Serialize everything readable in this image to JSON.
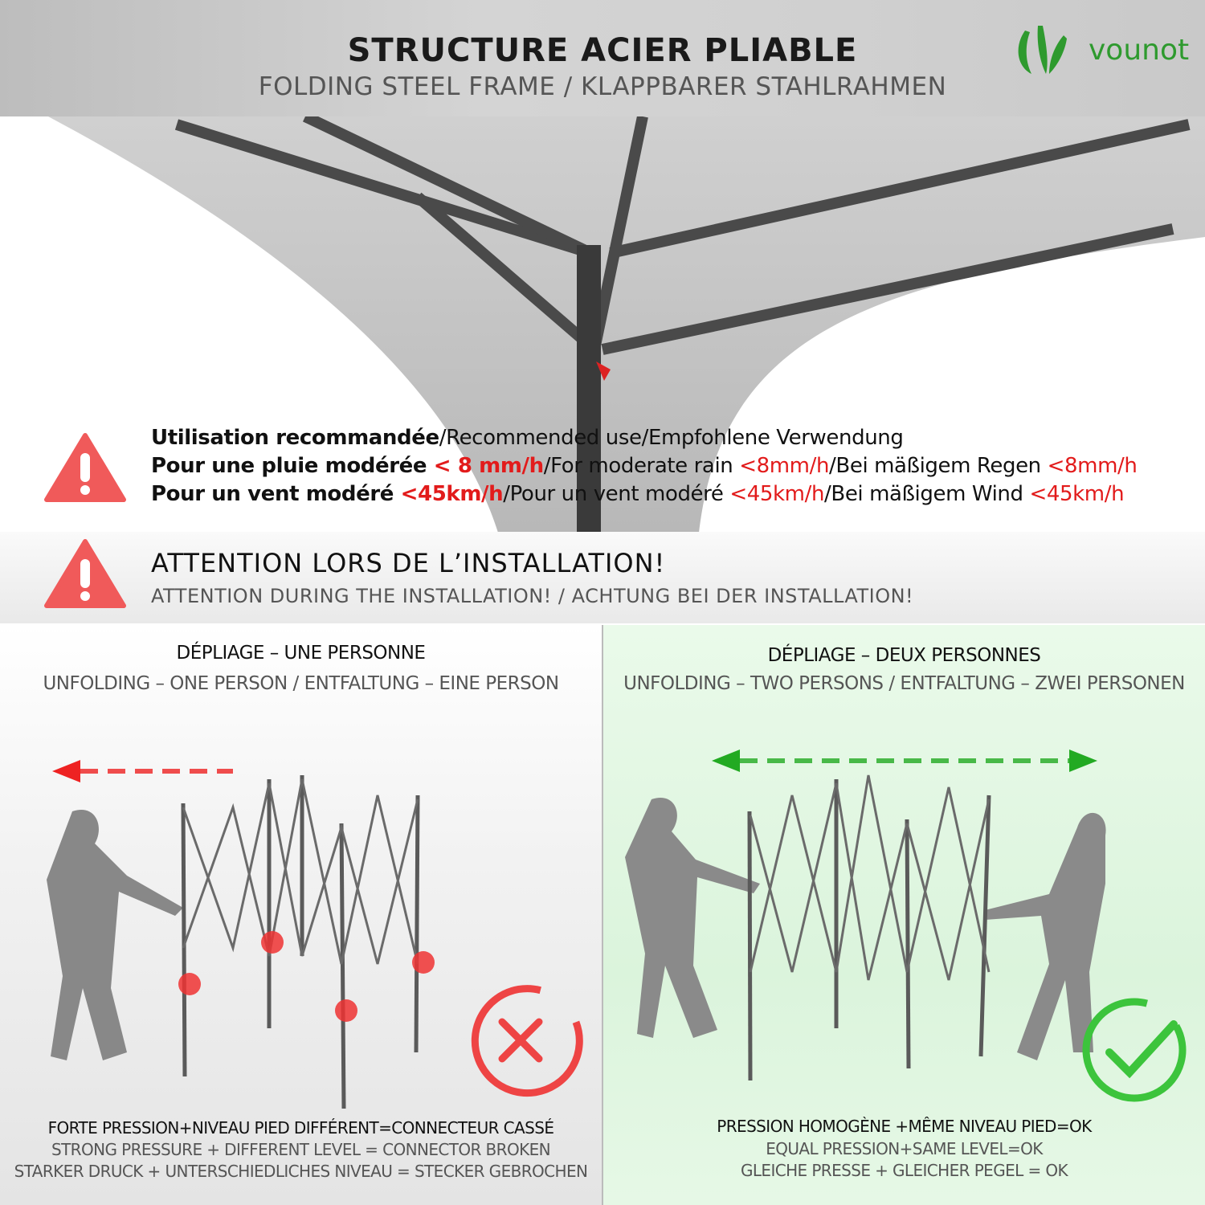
{
  "header": {
    "title": "STRUCTURE ACIER PLIABLE",
    "subtitle": "FOLDING STEEL FRAME / KLAPPBARER STAHLRAHMEN"
  },
  "brand": {
    "name": "vounot",
    "color": "#2e9a2e"
  },
  "usage": {
    "line1": {
      "bold": "Utilisation recommandée",
      "rest": "/Recommended use/Empfohlene Verwendung"
    },
    "line2": {
      "bold": "Pour une pluie modérée ",
      "bold_red": "< 8 mm/h",
      "en": "/For moderate rain ",
      "en_red": "<8mm/h",
      "de": "/Bei mäßigem Regen ",
      "de_red": "<8mm/h"
    },
    "line3": {
      "bold": "Pour un vent modéré ",
      "bold_red": "<45km/h",
      "en": "/Pour un vent modéré ",
      "en_red": "<45km/h",
      "de": "/Bei mäßigem Wind ",
      "de_red": "<45km/h"
    }
  },
  "attention": {
    "title": "ATTENTION LORS DE L’INSTALLATION!",
    "subtitle": "ATTENTION DURING THE INSTALLATION! / ACHTUNG BEI DER INSTALLATION!"
  },
  "left_panel": {
    "title": "DÉPLIAGE – UNE PERSONNE",
    "subtitle": "UNFOLDING – ONE PERSON / ENTFALTUNG – EINE PERSON",
    "captions": [
      "FORTE PRESSION+NIVEAU PIED DIFFÉRENT=CONNECTEUR CASSÉ",
      "STRONG PRESSURE + DIFFERENT LEVEL = CONNECTOR BROKEN",
      "STARKER DRUCK + UNTERSCHIEDLICHES NIVEAU = STECKER GEBROCHEN"
    ],
    "status_icon": "cross-icon"
  },
  "right_panel": {
    "title": "DÉPLIAGE – DEUX PERSONNES",
    "subtitle": "UNFOLDING – TWO PERSONS / ENTFALTUNG – ZWEI PERSONEN",
    "captions": [
      "PRESSION HOMOGÈNE +MÊME NIVEAU PIED=OK",
      "EQUAL PRESSION+SAME LEVEL=OK",
      "GLEICHE PRESSE + GLEICHER PEGEL = OK"
    ],
    "status_icon": "check-icon"
  },
  "colors": {
    "warning": "#f05a5a",
    "bad": "#ee4444",
    "good": "#3cc43c"
  }
}
